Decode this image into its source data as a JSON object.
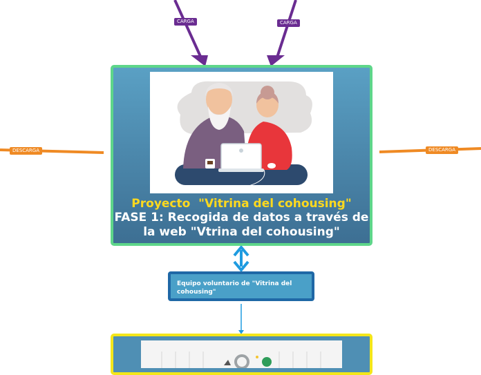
{
  "connectors": {
    "carga_left": "CARGA",
    "carga_right": "CARGA",
    "descarga_left": "DESCARGA",
    "descarga_right": "DESCARGA"
  },
  "main_node": {
    "title_line1": "Proyecto  \"Vitrina del cohousing\"",
    "title_line2": "FASE 1: Recogida de datos a través de la web \"Vtrina del cohousing\""
  },
  "team_node": {
    "label": "Equipo voluntario de \"Vitrina del cohousing\""
  },
  "colors": {
    "carga": "#6a2c91",
    "descarga": "#ef8a24",
    "main_border": "#5ed68a",
    "team_border": "#1f68a6",
    "bottom_border": "#f4e61a",
    "link": "#1e9be0",
    "title_yellow": "#ffd91e"
  }
}
